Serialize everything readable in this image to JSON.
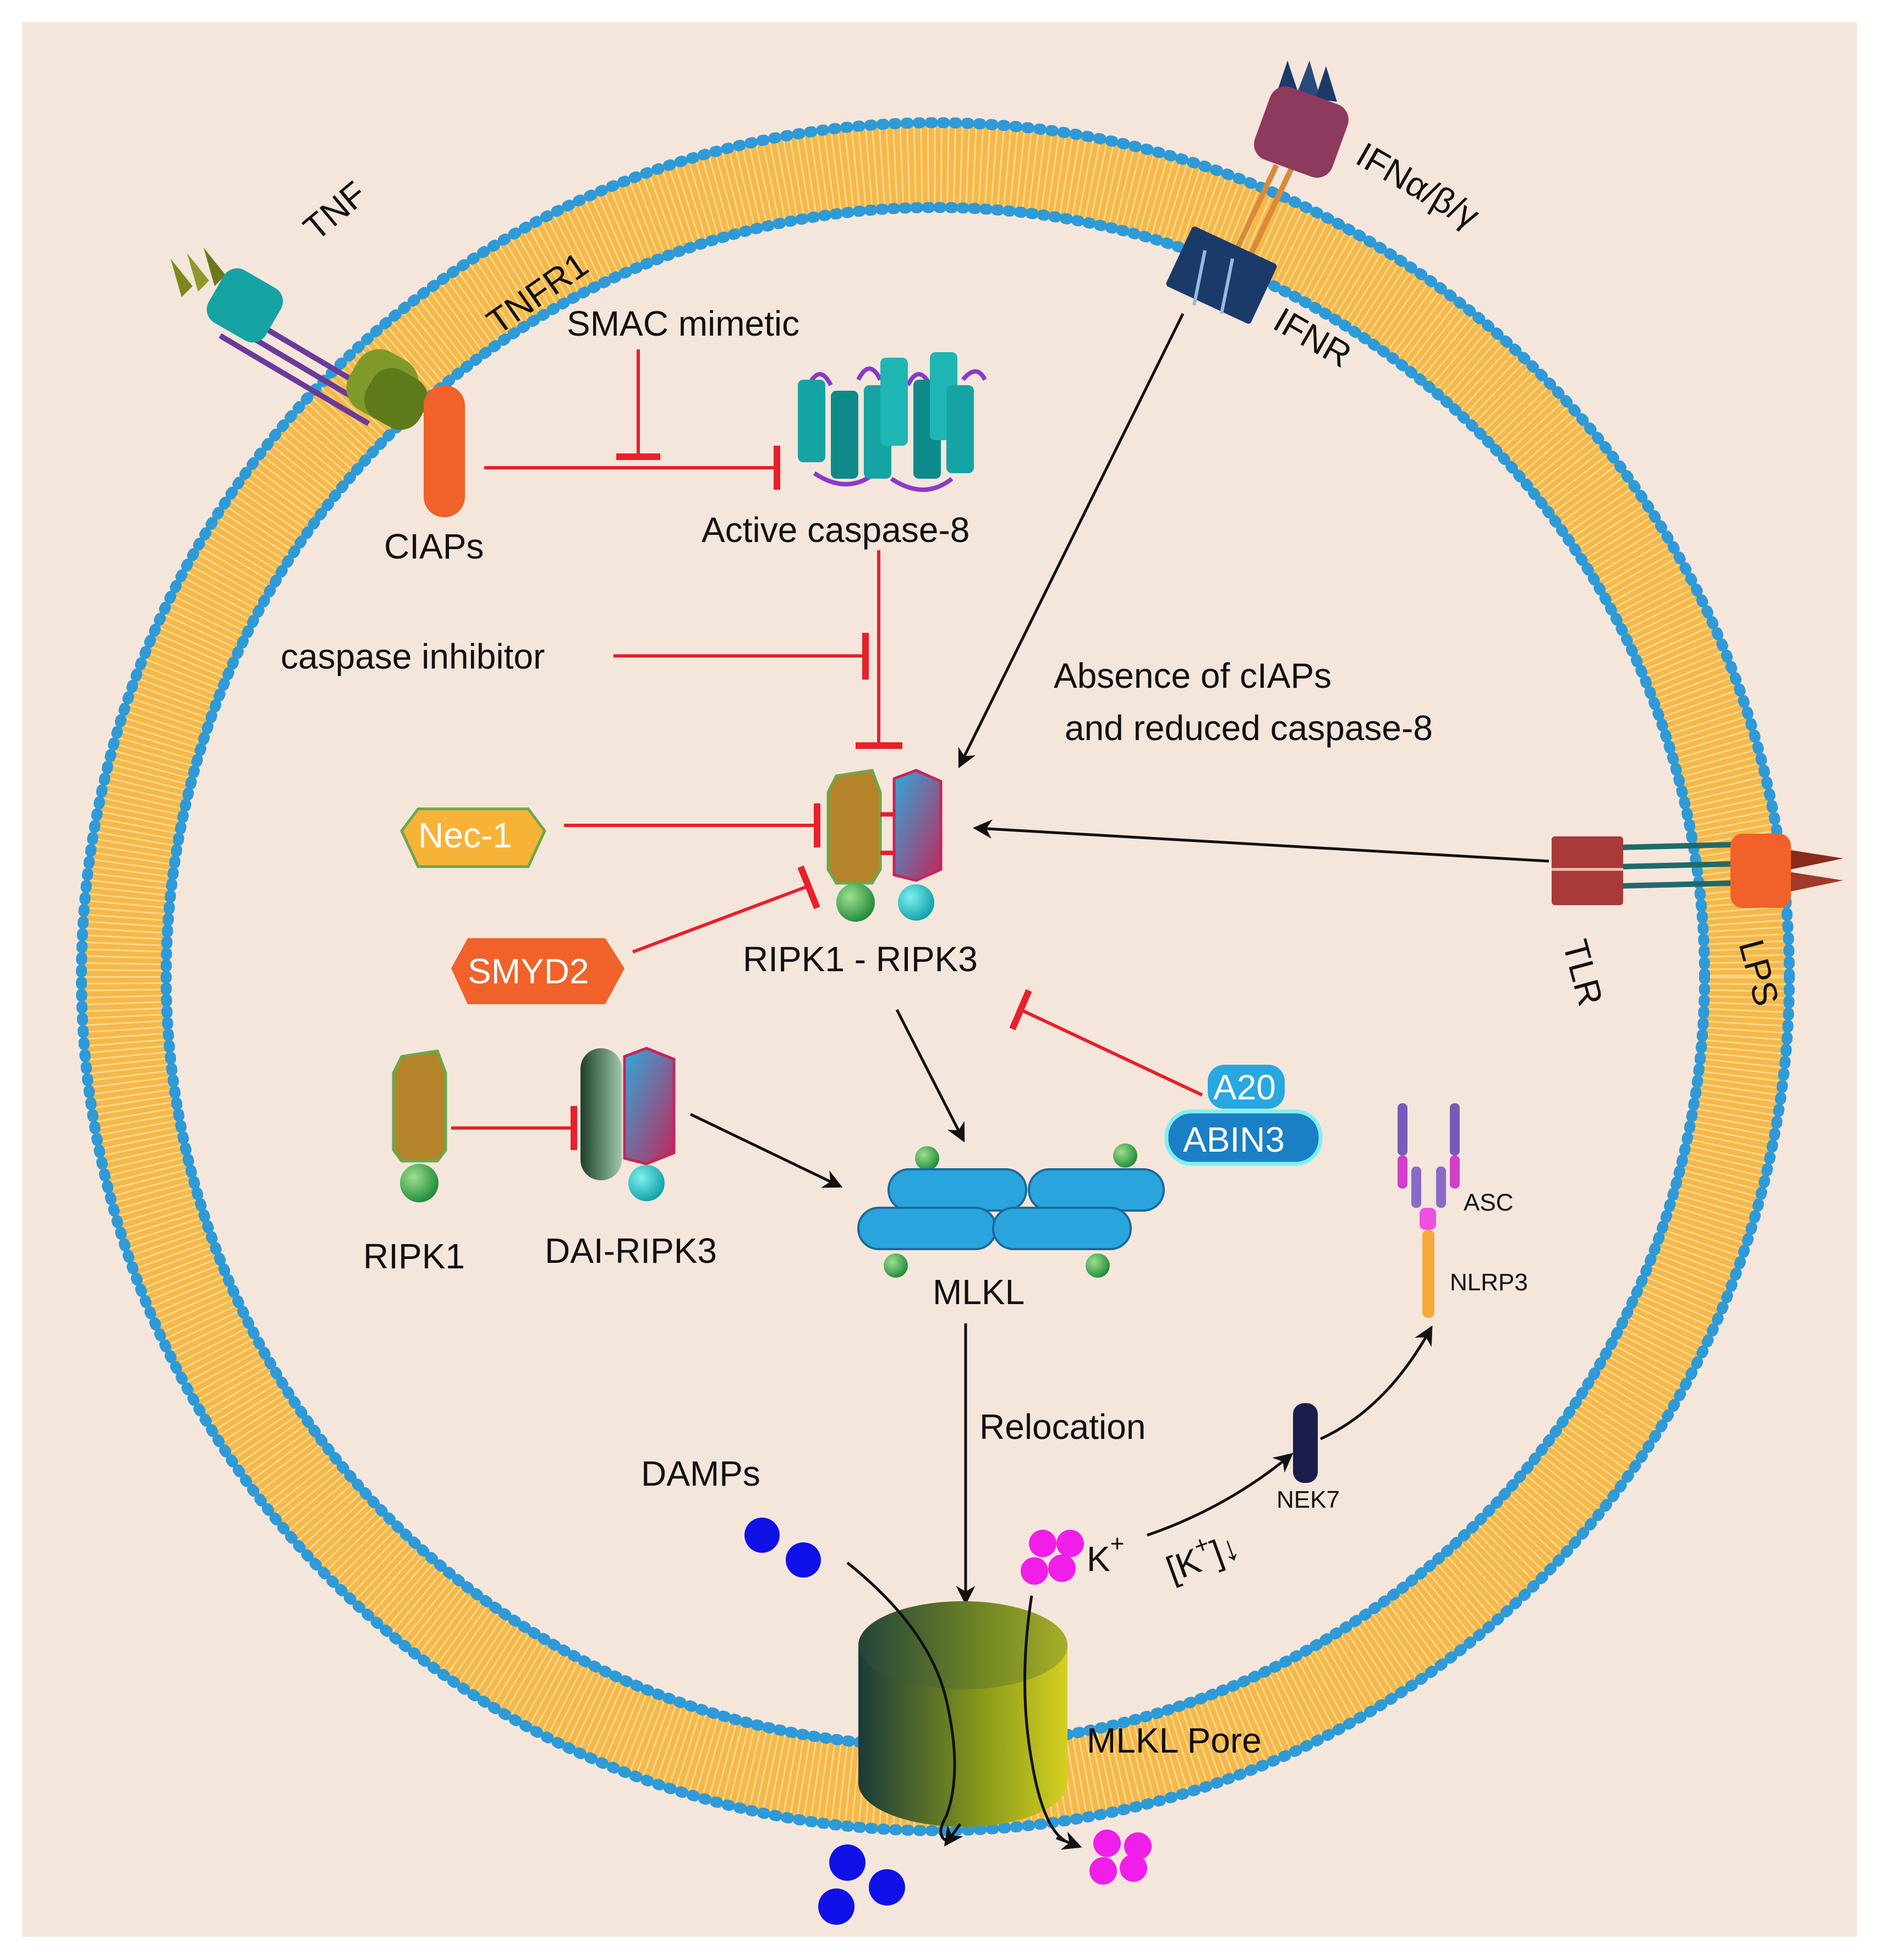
{
  "labels": {
    "tnf": "TNF",
    "tnfr1": "TNFR1",
    "ifn": "IFNα/β/γ",
    "ifnr": "IFNR",
    "smac": "SMAC mimetic",
    "ciaps": "CIAPs",
    "active_casp8": "Active caspase-8",
    "casp_inhibitor": "caspase inhibitor",
    "absence_line1": "Absence of cIAPs",
    "absence_line2": "and reduced caspase-8",
    "nec1": "Nec-1",
    "smyd2": "SMYD2",
    "ripk1_ripk3": "RIPK1 - RIPK3",
    "tlr": "TLR",
    "lps": "LPS",
    "a20": "A20",
    "abin3": "ABIN3",
    "ripk1": "RIPK1",
    "dai_ripk3": "DAI-RIPK3",
    "mlkl": "MLKL",
    "asc": "ASC",
    "nlrp3": "NLRP3",
    "relocation": "Relocation",
    "damps": "DAMPs",
    "k_plus": "K",
    "k_sup": "+",
    "k_conc": "[K",
    "k_conc_sup": "+",
    "k_conc_close": "]↓",
    "nek7": "NEK7",
    "mlkl_pore": "MLKL Pore"
  },
  "colors": {
    "background": "#f5e6dc",
    "membrane_head": "#2e9ad8",
    "membrane_tail": "#f6b84a",
    "inhibit": "#e8202a",
    "activate": "#111111",
    "ciaps": "#f0622a",
    "casp8": "#16a3a4",
    "ripk1": "#b5832a",
    "ripk3_top": "#2ea9dc",
    "ripk3_bottom": "#c3265a",
    "nec1": "#f7b338",
    "smyd2": "#f0622a",
    "a20": "#27a8e0",
    "abin3": "#1a7fc4",
    "mlkl": "#29a4dd",
    "damps": "#1010e8",
    "k_ion": "#f01ee8",
    "nek7": "#1a1d4a"
  }
}
